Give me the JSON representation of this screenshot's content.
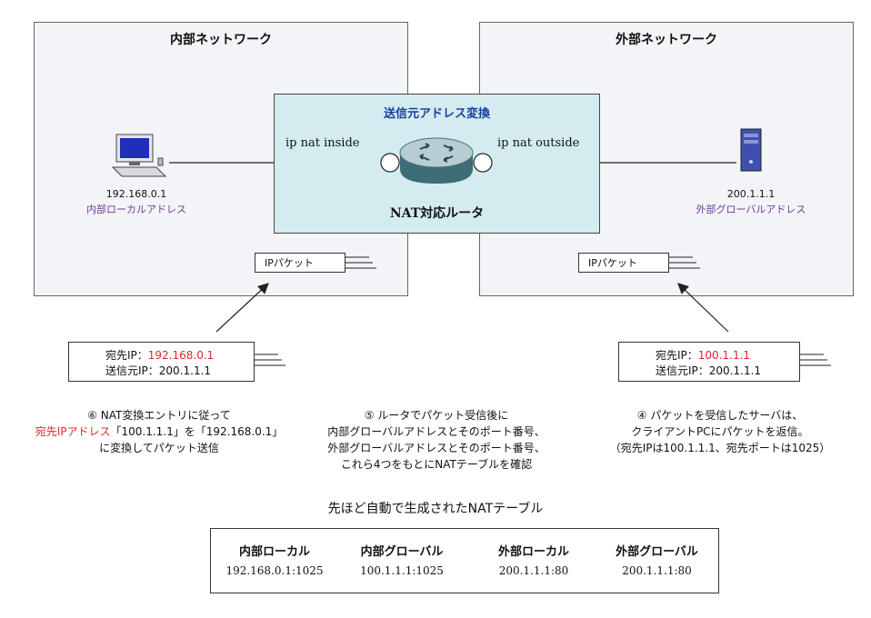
{
  "inside_network": {
    "title": "内部ネットワーク"
  },
  "outside_network": {
    "title": "外部ネットワーク"
  },
  "router": {
    "title": "送信元アドレス変換",
    "label": "NAT対応ルータ",
    "inside_if": "ip nat inside",
    "outside_if": "ip nat outside"
  },
  "client": {
    "ip": "192.168.0.1",
    "role": "内部ローカルアドレス"
  },
  "server": {
    "ip": "200.1.1.1",
    "role": "外部グローバルアドレス"
  },
  "packet_label": "IPパケット",
  "left_card": {
    "dest_label": "宛先IP：",
    "dest_value": "192.168.0.1",
    "src_label": "送信元IP：",
    "src_value": "200.1.1.1"
  },
  "right_card": {
    "dest_label": "宛先IP：",
    "dest_value": "100.1.1.1",
    "src_label": "送信元IP：",
    "src_value": "200.1.1.1"
  },
  "step6": {
    "line1": "⑥ NAT変換エントリに従って",
    "line2_red": "宛先IPアドレス",
    "line2_rest": "「100.1.1.1」を「192.168.0.1」",
    "line3": "に変換してパケット送信"
  },
  "step5": {
    "line1": "⑤ ルータでパケット受信後に",
    "line2": "内部グローバルアドレスとそのポート番号、",
    "line3": "外部グローバルアドレスとそのポート番号、",
    "line4": "これら4つをもとにNATテーブルを確認"
  },
  "step4": {
    "line1": "④ パケットを受信したサーバは、",
    "line2": "クライアントPCにパケットを返信。",
    "line3": "（宛先IPは100.1.1.1、宛先ポートは1025）"
  },
  "nat_table": {
    "caption": "先ほど自動で生成されたNATテーブル",
    "headers": [
      "内部ローカル",
      "内部グローバル",
      "外部ローカル",
      "外部グローバル"
    ],
    "row": [
      "192.168.0.1:1025",
      "100.1.1.1:1025",
      "200.1.1.1:80",
      "200.1.1.1:80"
    ]
  },
  "colors": {
    "accent_red": "#e3262b",
    "role_purple": "#6f3d98",
    "router_fill": "#d4ecf0",
    "router_title_blue": "#1a3f9e"
  }
}
